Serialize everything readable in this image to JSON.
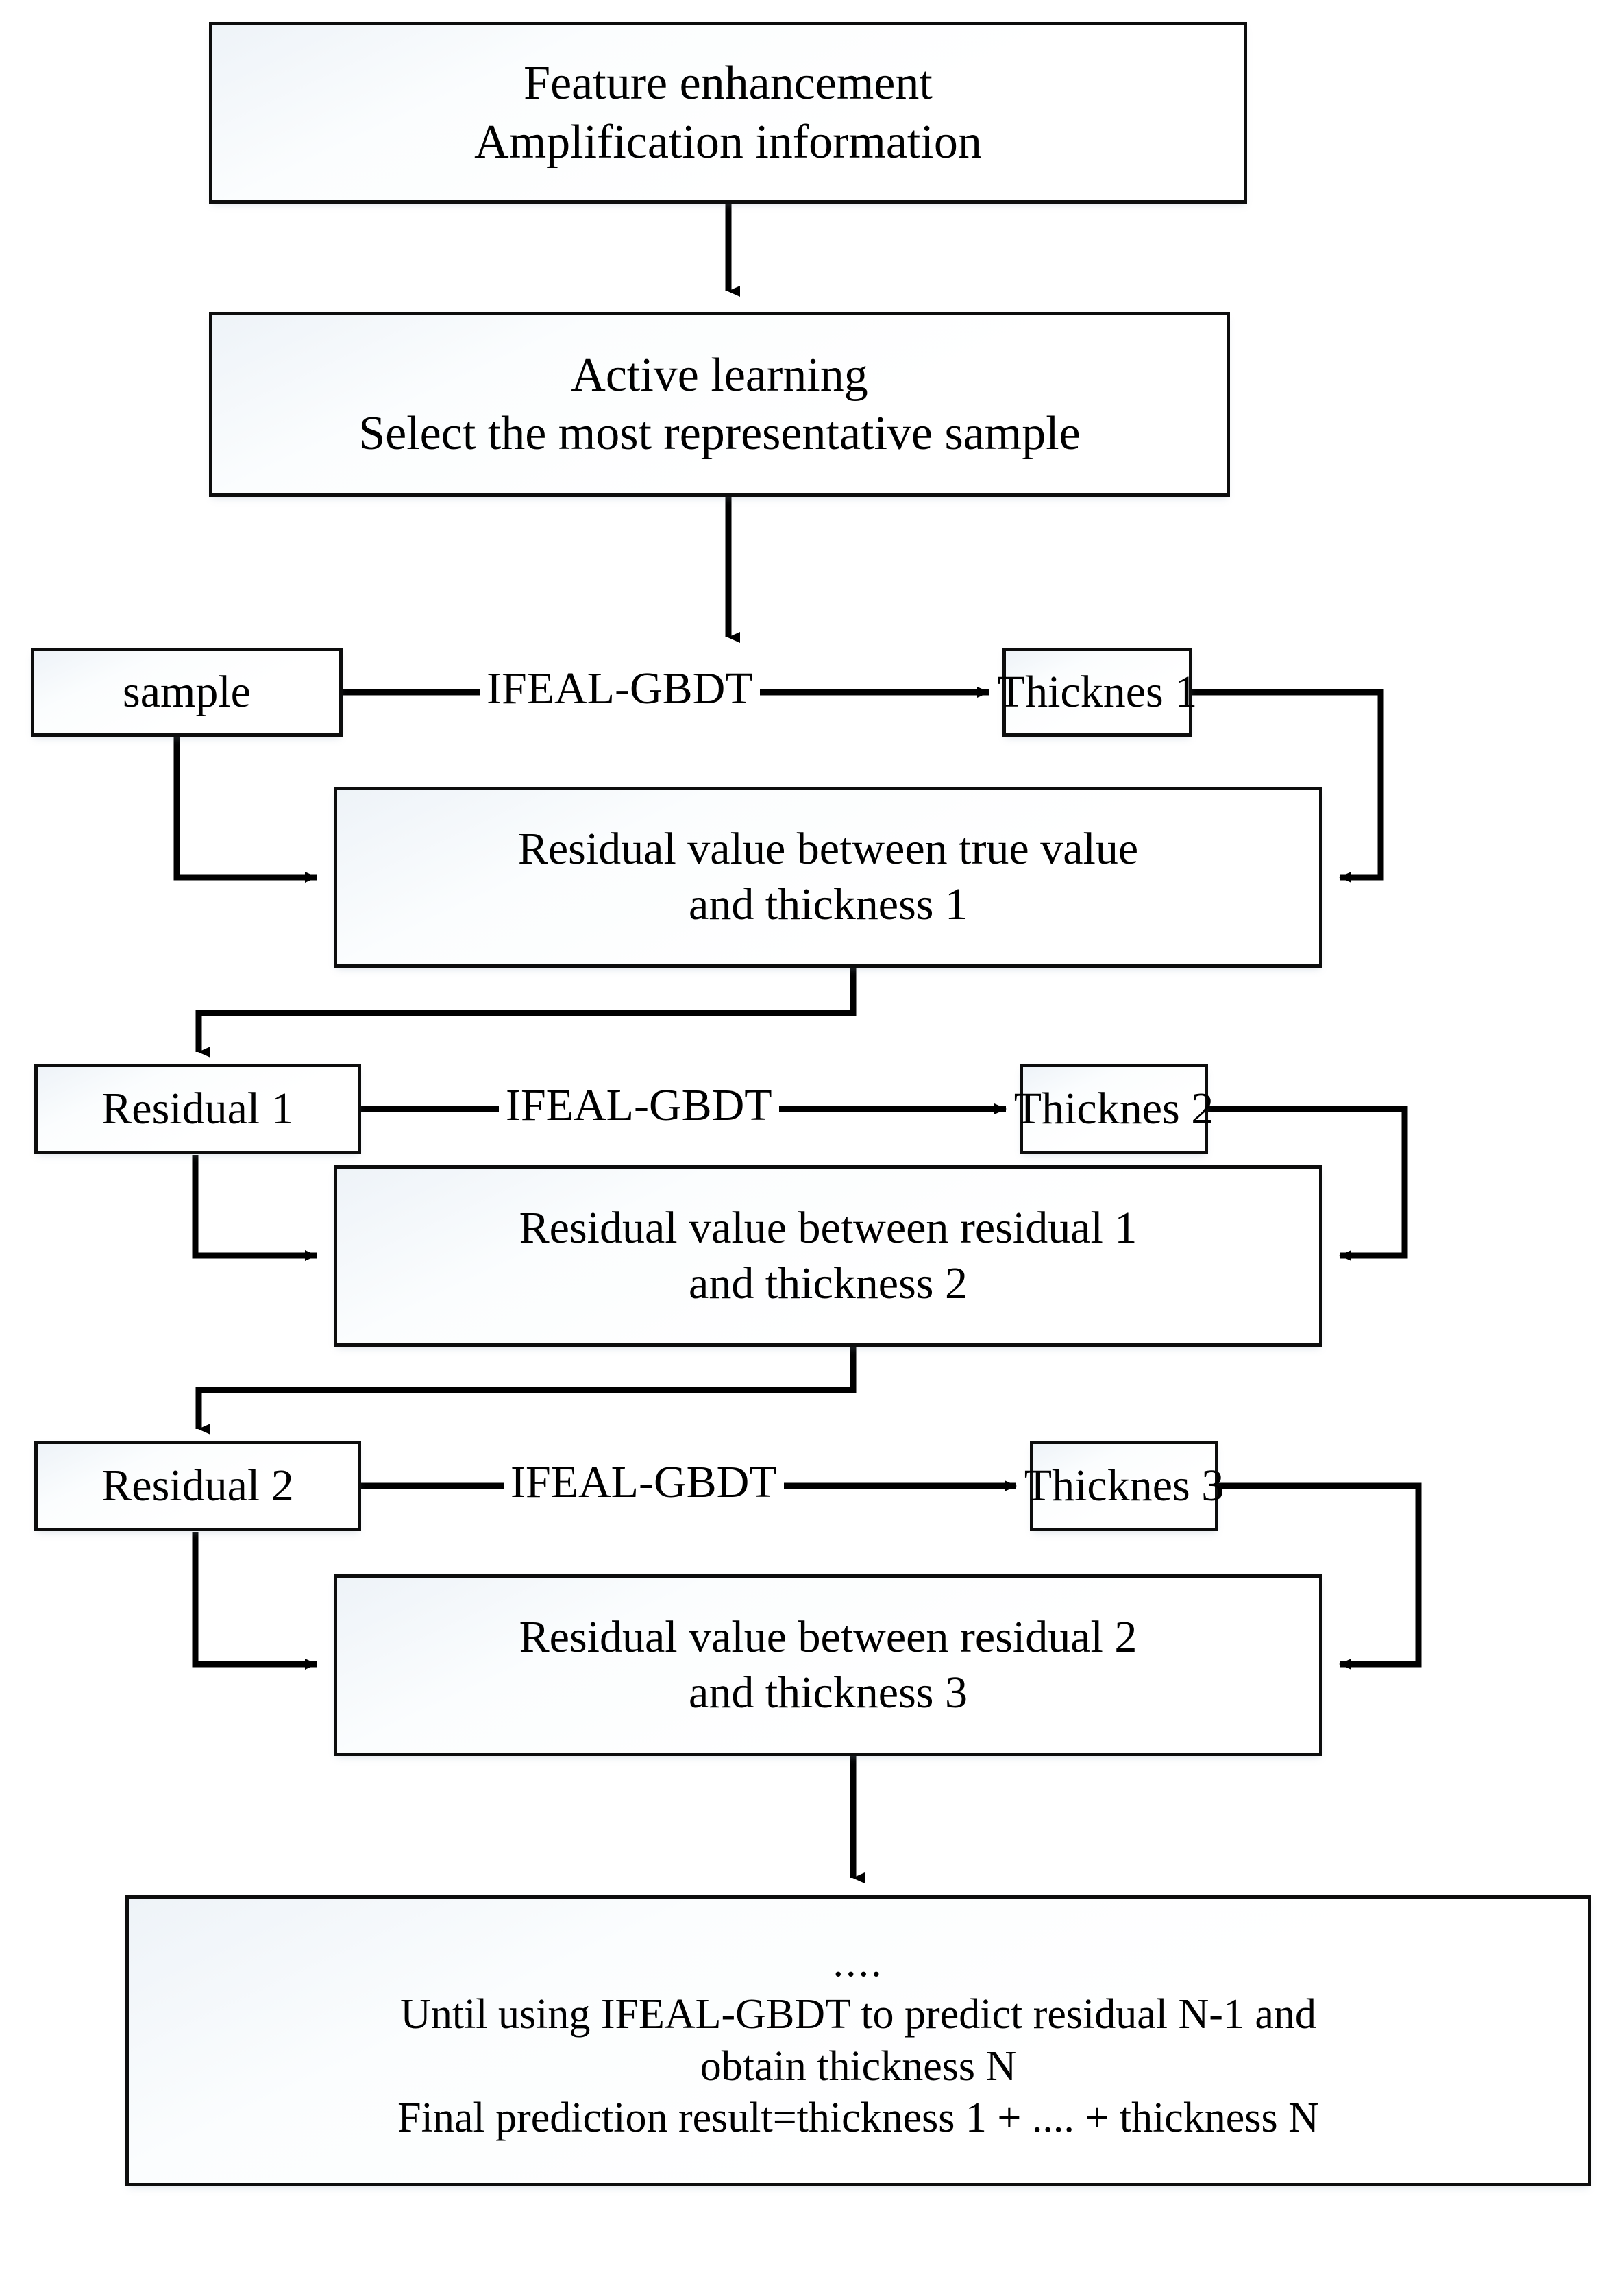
{
  "diagram": {
    "title": "IFEAL-GBDT residual boosting flowchart",
    "accent_color": "#000000",
    "box_fill": "#ffffff",
    "background": "#ffffff"
  },
  "nodes": {
    "feature_enhancement": {
      "line1": "Feature enhancement",
      "line2": "Amplification information"
    },
    "active_learning": {
      "line1": "Active learning",
      "line2": "Select the most representative sample"
    },
    "sample": {
      "label": "sample"
    },
    "thickness_1": {
      "label": "Thicknes 1"
    },
    "thickness_2": {
      "label": "Thicknes 2"
    },
    "thickness_3": {
      "label": "Thicknes 3"
    },
    "residual_1": {
      "label": "Residual 1"
    },
    "residual_2": {
      "label": "Residual 2"
    },
    "residual_box_1": {
      "line1": "Residual value between true value",
      "line2": "and thickness 1"
    },
    "residual_box_2": {
      "line1": "Residual value between residual 1",
      "line2": "and thickness 2"
    },
    "residual_box_3": {
      "line1": "Residual value between residual 2",
      "line2": "and thickness 3"
    },
    "final": {
      "line1": "....",
      "line2": "Until using IFEAL-GBDT to predict residual N-1 and",
      "line3": "obtain thickness N",
      "line4": "Final prediction result=thickness 1 + .... + thickness N"
    }
  },
  "edge_labels": {
    "gbdt_1": "IFEAL-GBDT",
    "gbdt_2": "IFEAL-GBDT",
    "gbdt_3": "IFEAL-GBDT"
  }
}
